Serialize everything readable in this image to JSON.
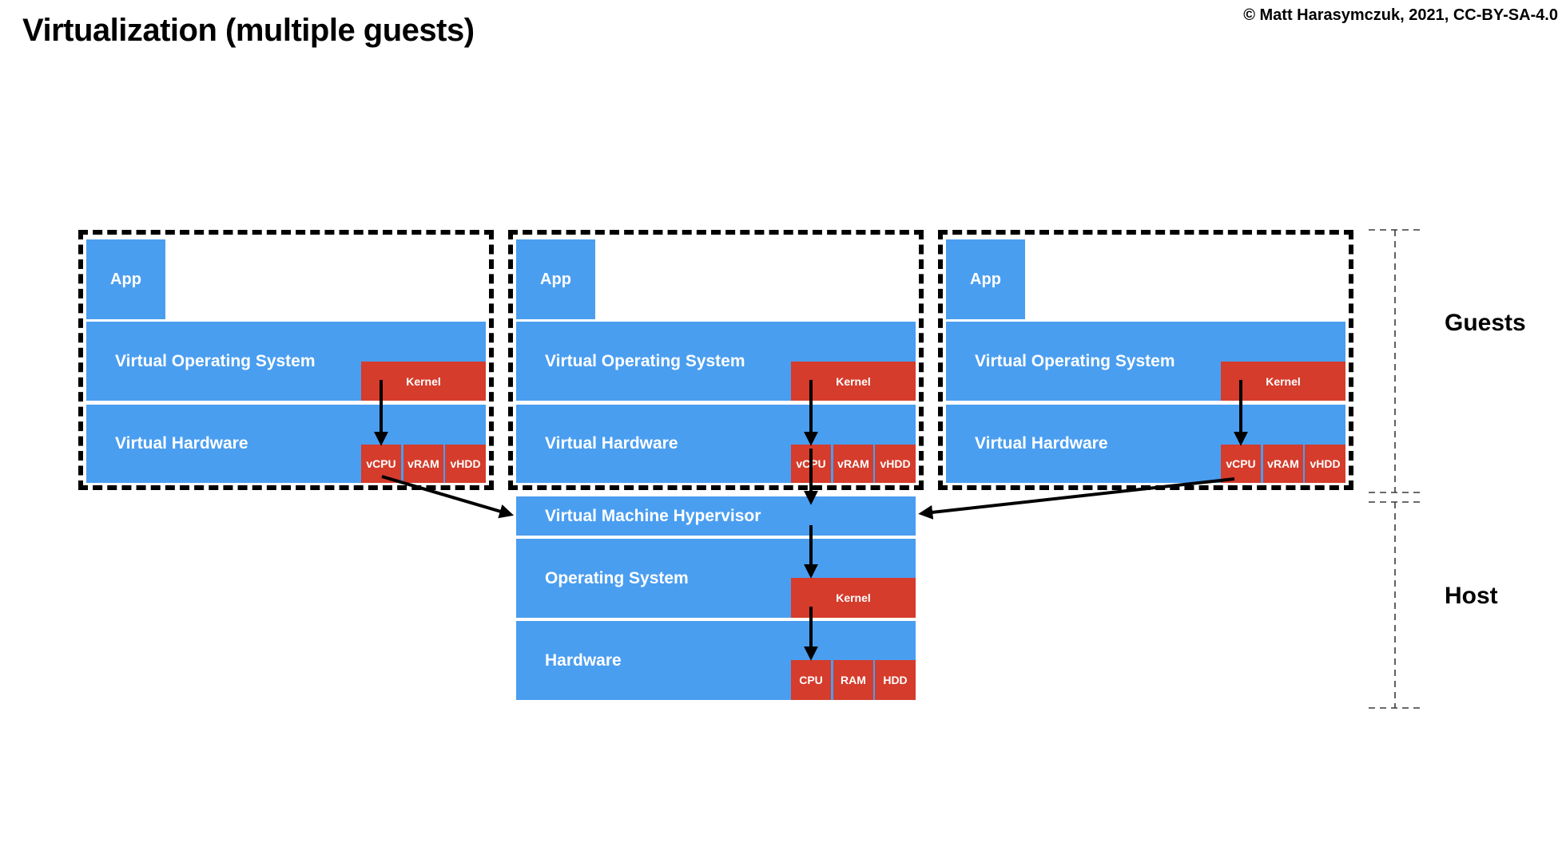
{
  "title": "Virtualization (multiple guests)",
  "copyright": "© Matt Harasymczuk, 2021, CC-BY-SA-4.0",
  "colors": {
    "blue": "#4a9ef0",
    "red": "#d53c2c",
    "ink": "#000000",
    "bracket": "#3a3a3a"
  },
  "guests": [
    {
      "app": "App",
      "os": "Virtual Operating System",
      "kernel": "Kernel",
      "hw": "Virtual Hardware",
      "cpu": "vCPU",
      "ram": "vRAM",
      "hdd": "vHDD"
    },
    {
      "app": "App",
      "os": "Virtual Operating System",
      "kernel": "Kernel",
      "hw": "Virtual Hardware",
      "cpu": "vCPU",
      "ram": "vRAM",
      "hdd": "vHDD"
    },
    {
      "app": "App",
      "os": "Virtual Operating System",
      "kernel": "Kernel",
      "hw": "Virtual Hardware",
      "cpu": "vCPU",
      "ram": "vRAM",
      "hdd": "vHDD"
    }
  ],
  "host": {
    "hypervisor": "Virtual Machine Hypervisor",
    "os": "Operating System",
    "kernel": "Kernel",
    "hw": "Hardware",
    "cpu": "CPU",
    "ram": "RAM",
    "hdd": "HDD"
  },
  "brackets": {
    "guests_label": "Guests",
    "host_label": "Host"
  }
}
